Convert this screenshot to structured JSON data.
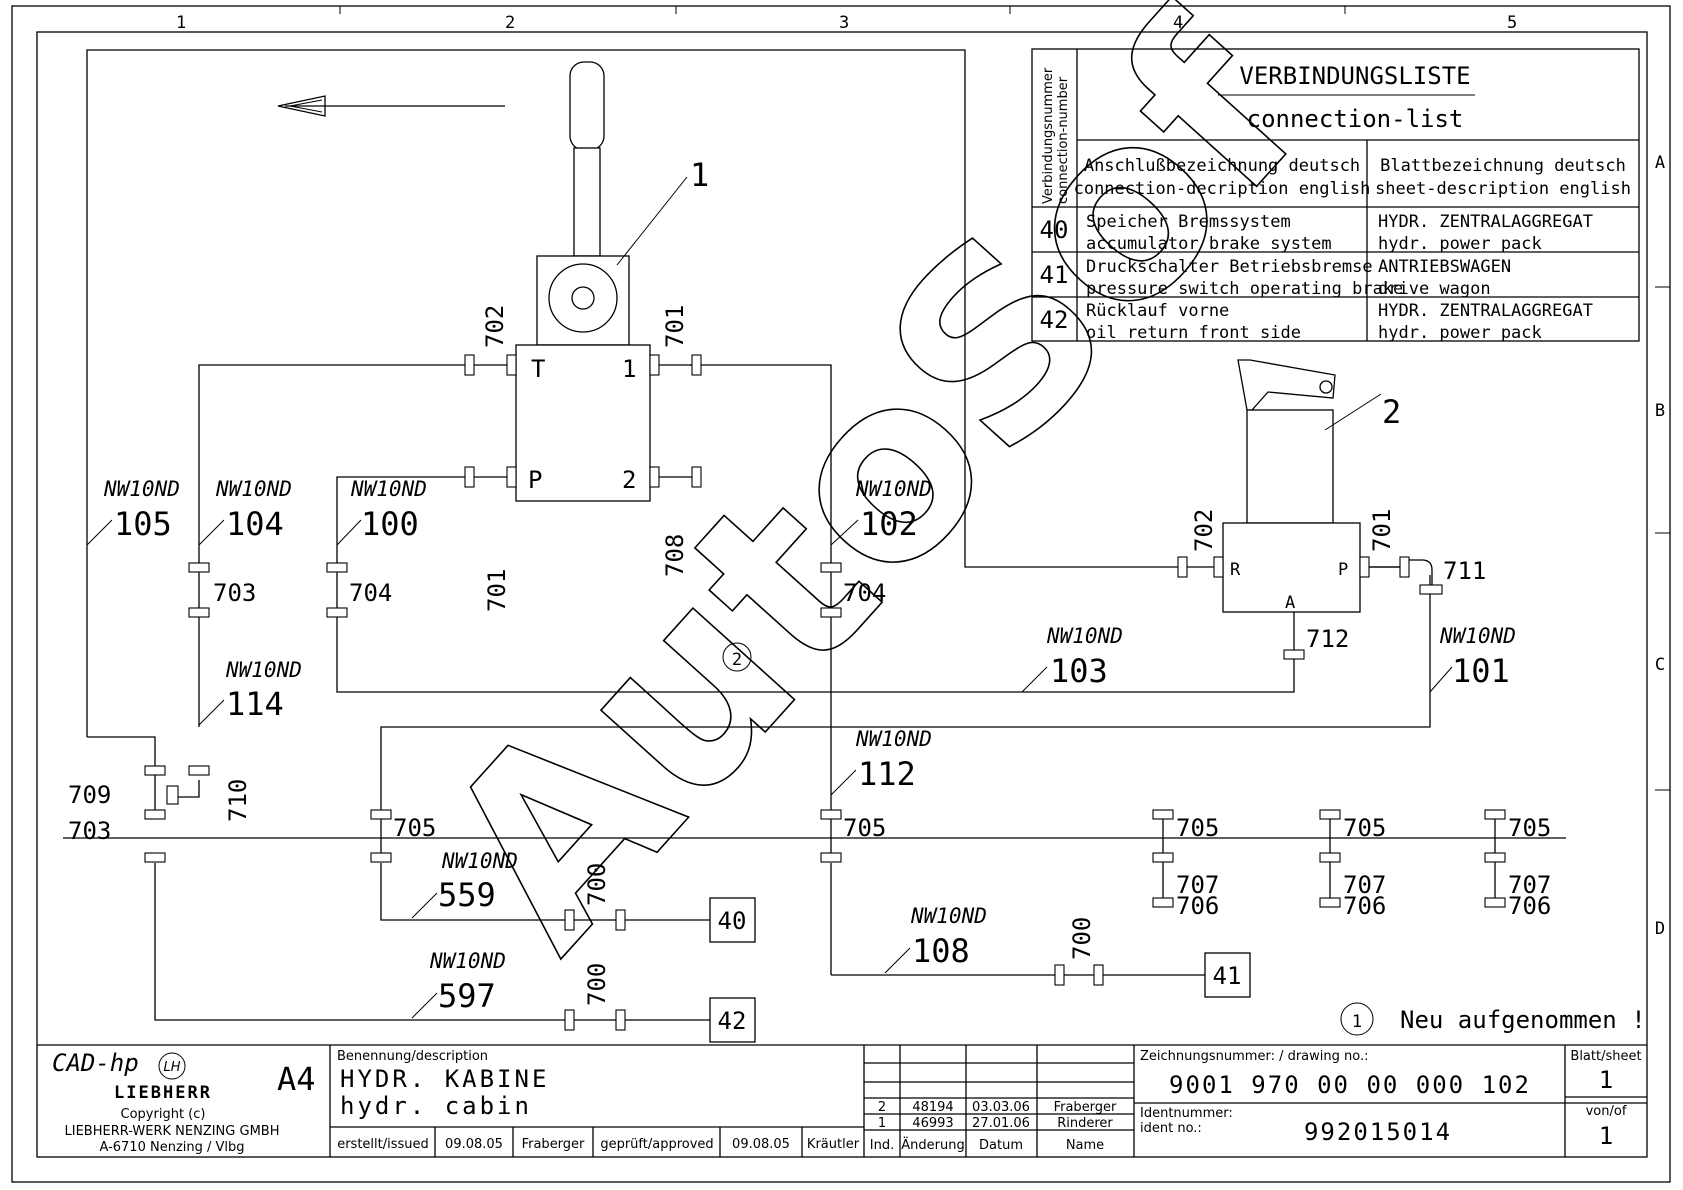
{
  "grid": {
    "columns": [
      "1",
      "2",
      "3",
      "4",
      "5"
    ],
    "rows": [
      "A",
      "B",
      "C",
      "D"
    ]
  },
  "watermark": "AutoSof",
  "components": {
    "valve_label": "1",
    "switch_label": "2",
    "valve_ports": {
      "t": "T",
      "one": "1",
      "p": "P",
      "two": "2"
    },
    "switch_ports": {
      "r": "R",
      "p": "P",
      "a": "A"
    },
    "revision_mark": "2"
  },
  "fittings": {
    "f702a": "702",
    "f701a": "701",
    "f703": "703",
    "f704a": "704",
    "f701b": "701",
    "f708": "708",
    "f704b": "704",
    "f702b": "702",
    "f701c": "701",
    "f711": "711",
    "f712": "712",
    "f709": "709",
    "f703b": "703",
    "f710": "710",
    "f705a": "705",
    "f705b": "705",
    "f705c": "705",
    "f705d": "705",
    "f705e": "705",
    "f700a": "700",
    "f700b": "700",
    "f700c": "700",
    "f707a": "707",
    "f706a": "706",
    "f707b": "707",
    "f706b": "706",
    "f707c": "707",
    "f706c": "706"
  },
  "lines": {
    "l105": {
      "spec": "NW10ND",
      "num": "105"
    },
    "l104": {
      "spec": "NW10ND",
      "num": "104"
    },
    "l100": {
      "spec": "NW10ND",
      "num": "100"
    },
    "l102": {
      "spec": "NW10ND",
      "num": "102"
    },
    "l103": {
      "spec": "NW10ND",
      "num": "103"
    },
    "l101": {
      "spec": "NW10ND",
      "num": "101"
    },
    "l114": {
      "spec": "NW10ND",
      "num": "114"
    },
    "l112": {
      "spec": "NW10ND",
      "num": "112"
    },
    "l559": {
      "spec": "NW10ND",
      "num": "559"
    },
    "l108": {
      "spec": "NW10ND",
      "num": "108"
    },
    "l597": {
      "spec": "NW10ND",
      "num": "597"
    }
  },
  "connectors": {
    "c40": "40",
    "c41": "41",
    "c42": "42"
  },
  "note": {
    "mark": "1",
    "text": "Neu aufgenommen !"
  },
  "connection_list": {
    "vertical_header": [
      "Verbindungsnummer",
      "connection-number"
    ],
    "title_de": "VERBINDUNGSLISTE",
    "title_en": "connection-list",
    "col2_header": [
      "Anschlußbezeichnung deutsch",
      "connection-decription english"
    ],
    "col3_header": [
      "Blattbezeichnung deutsch",
      "sheet-description english"
    ],
    "rows": [
      {
        "no": "40",
        "conn_de": "Speicher Bremssystem",
        "conn_en": "accumulator brake system",
        "sheet_de": "HYDR. ZENTRALAGGREGAT",
        "sheet_en": "hydr. power pack"
      },
      {
        "no": "41",
        "conn_de": "Druckschalter Betriebsbremse",
        "conn_en": "pressure switch operating brake",
        "sheet_de": "ANTRIEBSWAGEN",
        "sheet_en": "drive wagon"
      },
      {
        "no": "42",
        "conn_de": "Rücklauf vorne",
        "conn_en": "oil return front side",
        "sheet_de": "HYDR. ZENTRALAGGREGAT",
        "sheet_en": "hydr. power pack"
      }
    ]
  },
  "title_block": {
    "cad": "CAD-hp",
    "brand": "LIEBHERR",
    "format": "A4",
    "copyright": "Copyright (c)",
    "company": "LIEBHERR-WERK NENZING GMBH",
    "address": "A-6710 Nenzing / Vlbg",
    "desc_label": "Benennung/description",
    "desc_de": "HYDR. KABINE",
    "desc_en": "hydr. cabin",
    "issued_label": "erstellt/issued",
    "issued_date": "09.08.05",
    "issued_by": "Fraberger",
    "approved_label": "geprüft/approved",
    "approved_date": "09.08.05",
    "approved_by": "Kräutler",
    "revisions": [
      {
        "ind": "2",
        "change": "48194",
        "date": "03.03.06",
        "name": "Fraberger"
      },
      {
        "ind": "1",
        "change": "46993",
        "date": "27.01.06",
        "name": "Rinderer"
      }
    ],
    "rev_headers": {
      "ind": "Ind.",
      "change": "Änderung",
      "date": "Datum",
      "name": "Name"
    },
    "drawing_label": "Zeichnungsnummer: / drawing no.:",
    "drawing_no": "9001 970 00 00 000 102",
    "ident_label1": "Identnummer:",
    "ident_label2": "ident no.:",
    "ident_no": "992015014",
    "sheet_label": "Blatt/sheet",
    "sheet_no": "1",
    "of_label": "von/of",
    "of_no": "1"
  }
}
